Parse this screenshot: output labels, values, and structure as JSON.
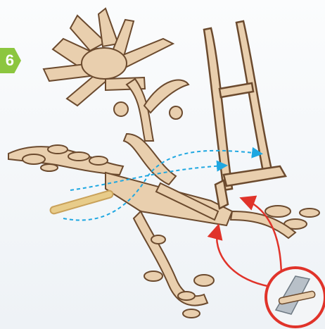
{
  "step": {
    "number": "6",
    "color": "#8cc63f"
  },
  "colors": {
    "wood_face": "#e9cfae",
    "wood_edge": "#6b4a2e",
    "arrow_blue": "#1ea7e1",
    "arrow_red": "#e0332a",
    "pin": "#c9a25b"
  },
  "icons": {
    "step_marker": "green-arrow-badge",
    "inset": "red-circle-magnifier"
  }
}
